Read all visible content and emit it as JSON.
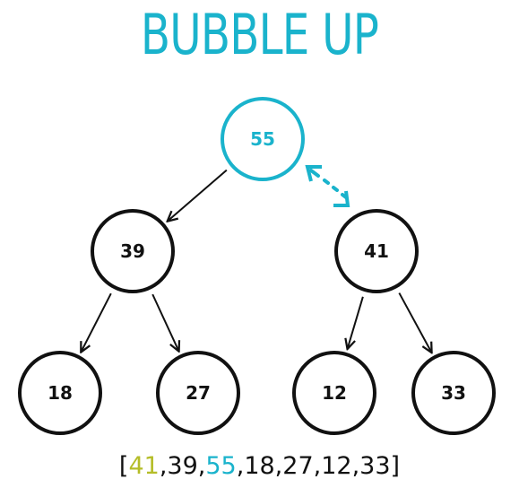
{
  "title": "BUBBLE UP",
  "colors": {
    "accent": "#1ab3cc",
    "highlight": "#b5bd28",
    "ink": "#111111"
  },
  "nodes": [
    {
      "id": "n0",
      "label": "55",
      "highlight": true
    },
    {
      "id": "n1",
      "label": "39",
      "highlight": false
    },
    {
      "id": "n2",
      "label": "41",
      "highlight": false
    },
    {
      "id": "n3",
      "label": "18",
      "highlight": false
    },
    {
      "id": "n4",
      "label": "27",
      "highlight": false
    },
    {
      "id": "n5",
      "label": "12",
      "highlight": false
    },
    {
      "id": "n6",
      "label": "33",
      "highlight": false
    }
  ],
  "edges": [
    {
      "from": "n0",
      "to": "n1"
    },
    {
      "from": "n1",
      "to": "n3"
    },
    {
      "from": "n1",
      "to": "n4"
    },
    {
      "from": "n2",
      "to": "n5"
    },
    {
      "from": "n2",
      "to": "n6"
    }
  ],
  "swap": {
    "between": [
      "n0",
      "n2"
    ],
    "style": "dotted-double-arrow"
  },
  "array": {
    "open": "[",
    "close": "]",
    "separator": ",",
    "items": [
      {
        "value": "41",
        "color": "highlight"
      },
      {
        "value": "39",
        "color": "ink"
      },
      {
        "value": "55",
        "color": "accent"
      },
      {
        "value": "18",
        "color": "ink"
      },
      {
        "value": "27",
        "color": "ink"
      },
      {
        "value": "12",
        "color": "ink"
      },
      {
        "value": "33",
        "color": "ink"
      }
    ]
  }
}
